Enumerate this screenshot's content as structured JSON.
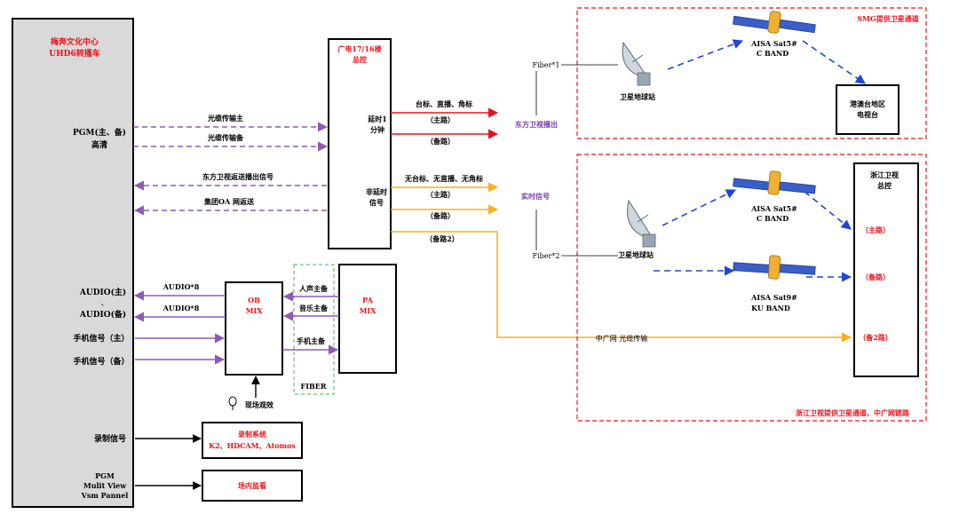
{
  "colors": {
    "red": "#e8141b",
    "purple": "#8d5ab8",
    "orange": "#f5b021",
    "blue": "#1f47d6",
    "green": "#69c075",
    "gray_box": "#d9d9d9"
  },
  "ob_van": {
    "title_1": "梅奔文化中心",
    "title_2": "UHD6转播车",
    "pgm_1": "PGM(主、备)",
    "pgm_2": "高清",
    "audio_main": "AUDIO(主)",
    "audio_dot": "、",
    "audio_backup": "AUDIO(备)",
    "phone_main": "手机信号（主）",
    "phone_backup": "手机信号（备）",
    "record": "录制信号",
    "mv_1": "PGM",
    "mv_2": "Mulit View",
    "mv_3": "Vsm Pannel"
  },
  "links_left": {
    "fiber_main": "光缆传输主",
    "fiber_backup": "光缆传输备",
    "return_signal": "东方卫视返送播出信号",
    "oa_return": "集团OA 网返送"
  },
  "master_control": {
    "title_1": "广电17/16楼",
    "title_2": "总控",
    "delay_1": "延时1",
    "delay_2": "分钟",
    "nodelay_1": "非延时",
    "nodelay_2": "信号"
  },
  "outputs": {
    "with_logo": "台标、直播、角标",
    "main_1": "（主路）",
    "backup_1": "（备路）",
    "no_logo": "无台标、无直播、无角标",
    "main_2": "（主路）",
    "backup_2": "（备路）",
    "backup_3": "（备路2）",
    "dongfang": "东方卫视播出",
    "realtime": "实时信号"
  },
  "smg_box": {
    "title": "SMG提供卫星通道",
    "fiber": "Fiber*1",
    "earth_station": "卫星地球站",
    "sat_1": "AISA Sat5#",
    "sat_2": "C BAND",
    "tv_1": "港澳台地区",
    "tv_2": "电视台"
  },
  "zj_box": {
    "title": "浙江卫视提供卫星通道、中广网链路",
    "fiber": "Fiber*2",
    "earth_station": "卫星地球站",
    "sat_a1": "AISA Sat5#",
    "sat_a2": "C BAND",
    "sat_b1": "AISA Sat9#",
    "sat_b2": "KU BAND",
    "zj_1": "浙江卫视",
    "zj_2": "总控",
    "main": "（主路）",
    "backup": "（备路）",
    "backup2": "（备2路）",
    "cnr": "中广网 光缆传输"
  },
  "mixers": {
    "ob_1": "OB",
    "ob_2": "MIX",
    "pa_1": "PA",
    "pa_2": "MIX",
    "audio8_a": "AUDIO*8",
    "audio8_b": "AUDIO*8",
    "vocal": "人声主备",
    "music": "音乐主备",
    "phone": "手机主备",
    "fiber": "FIBER",
    "mic": "现场观效"
  },
  "recorders": {
    "sys_1": "录制系统",
    "sys_2": "K2、HDCAM、Atomos",
    "monitor": "场内监看"
  }
}
